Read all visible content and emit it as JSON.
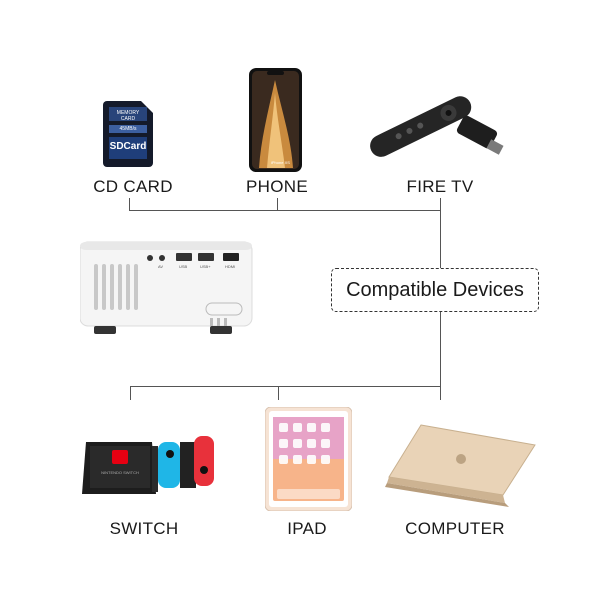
{
  "top_devices": [
    {
      "label": "CD CARD",
      "icon": "sd-card-icon"
    },
    {
      "label": "PHONE",
      "icon": "phone-icon"
    },
    {
      "label": "FIRE TV",
      "icon": "fire-tv-stick-icon"
    }
  ],
  "bottom_devices": [
    {
      "label": "SWITCH",
      "icon": "nintendo-switch-icon"
    },
    {
      "label": "IPAD",
      "icon": "ipad-icon"
    },
    {
      "label": "COMPUTER",
      "icon": "laptop-icon"
    }
  ],
  "center_label": "Compatible Devices",
  "sd_card": {
    "brand": "SDCard",
    "line1": "MEMORY CARD",
    "capacity": "45MB/s"
  },
  "projector_ports": {
    "ports": [
      "AV",
      "USB",
      "USB+",
      "HDMI"
    ]
  },
  "switch_screen_text": "NINTENDO SWITCH",
  "phone_text": "iPhone XS",
  "colors": {
    "line": "#555555",
    "laptop_gold": "#e9d3b7",
    "joycon_blue": "#1fb6e7",
    "joycon_red": "#e8313b",
    "fire_orange": "#f08a24"
  }
}
